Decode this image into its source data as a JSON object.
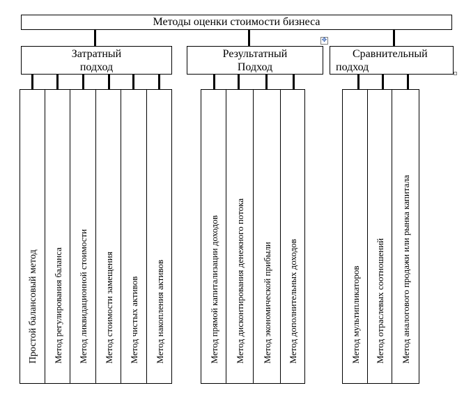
{
  "title": "Методы оценки стоимости бизнеса",
  "groups": [
    {
      "lines": [
        "Затратный",
        "подход"
      ],
      "methods": [
        "Простой балансовый метод",
        "Метод регулирования баланса",
        "Метод ликвидационной стоимости",
        "Метод стоимости замещения",
        "Метод чистых активов",
        "Метод накопления активов"
      ]
    },
    {
      "lines": [
        "Результатный",
        "Подход"
      ],
      "methods": [
        "Метод прямой капитализации доходов",
        "Метод дисконтирования денежного потока",
        "Метод экономической прибыли",
        "Метод дополнительных доходов"
      ]
    },
    {
      "lines": [
        "Сравнительный",
        "подход"
      ],
      "methods": [
        "Метод мультипликаторов",
        "Метод отраслевых соотношений",
        "Метод аналогового продажи или рынка капитала"
      ]
    }
  ],
  "icons": {
    "move": "move-cross-icon",
    "resize": "resize-handle-icon"
  }
}
